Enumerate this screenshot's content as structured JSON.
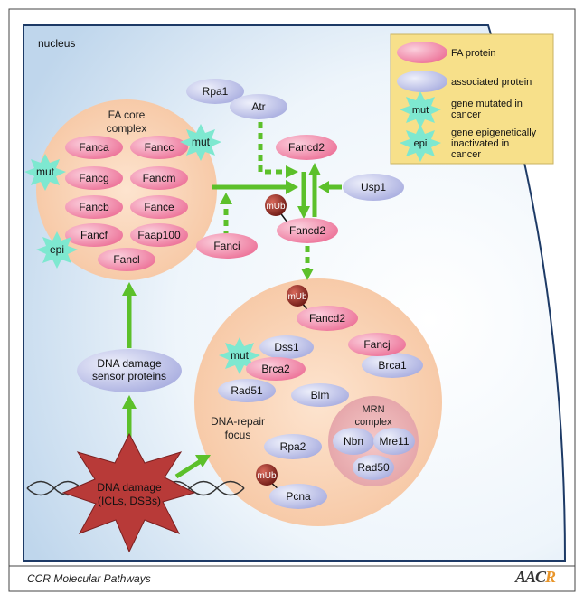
{
  "labels": {
    "nucleus": "nucleus",
    "fa_core_line1": "FA core",
    "fa_core_line2": "complex",
    "focus_line1": "DNA-repair",
    "focus_line2": "focus",
    "mrn_line1": "MRN",
    "mrn_line2": "complex",
    "sensor_line1": "DNA damage",
    "sensor_line2": "sensor proteins",
    "damage_line1": "DNA damage",
    "damage_line2": "(ICLs, DSBs)",
    "footer": "CCR Molecular Pathways",
    "logo_main": "AAC",
    "logo_accent": "R"
  },
  "core_proteins": [
    "Fanca",
    "Fancc",
    "Fancg",
    "Fancm",
    "Fancb",
    "Fance",
    "Fancf",
    "Faap100",
    "Fancl"
  ],
  "pathway_proteins": {
    "rpa1": "Rpa1",
    "atr": "Atr",
    "fancd2_top": "Fancd2",
    "fancd2_mub": "Fancd2",
    "usp1": "Usp1",
    "fanci": "Fanci"
  },
  "focus_proteins": {
    "fancd2": "Fancd2",
    "dss1": "Dss1",
    "fancj": "Fancj",
    "brca2": "Brca2",
    "brca1": "Brca1",
    "rad51": "Rad51",
    "blm": "Blm",
    "nbn": "Nbn",
    "mre11": "Mre11",
    "rad50": "Rad50",
    "rpa2": "Rpa2",
    "pcna": "Pcna"
  },
  "markers": {
    "mub": "mUb",
    "mut": "mut",
    "epi": "epi"
  },
  "legend": {
    "fa_protein": "FA protein",
    "associated": "associated protein",
    "mut_line1": "gene mutated in",
    "mut_line2": "cancer",
    "epi_line1": "gene epigenetically",
    "epi_line2": "inactivated in",
    "epi_line3": "cancer"
  },
  "colors": {
    "fa_protein": "#f08aa8",
    "associated": "#b8bde8",
    "arrow": "#5cc02a",
    "mub": "#8b2a22",
    "star": "#7ee8d0",
    "legend_bg": "#f7e08a",
    "damage": "#b83a38"
  }
}
